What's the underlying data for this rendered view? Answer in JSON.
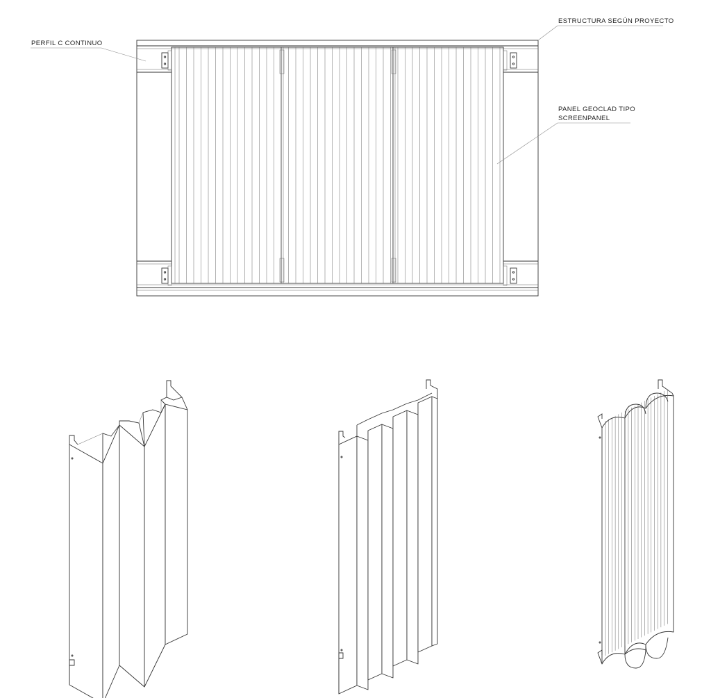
{
  "labels": {
    "estructura": "ESTRUCTURA SEGÚN PROYECTO",
    "perfil": "PERFIL C CONTINUO",
    "panel_line1": "PANEL GEOCLAD TIPO",
    "panel_line2": "SCREENPANEL"
  },
  "colors": {
    "line": "#333333",
    "thin_line": "#666666",
    "leader": "#8a8a8a",
    "background": "#ffffff"
  },
  "panel_profiles": [
    "trapezoidal-fold-panel",
    "rectangular-rib-panel",
    "semicircular-wave-panel"
  ]
}
